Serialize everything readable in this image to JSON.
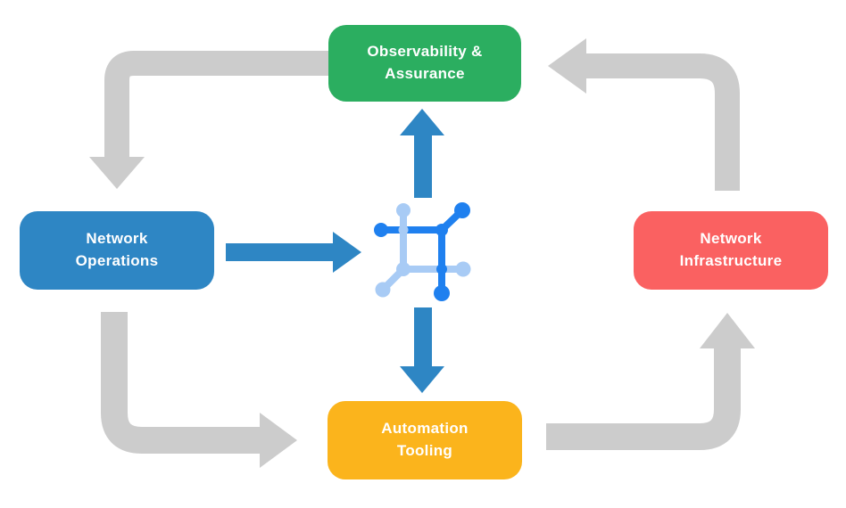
{
  "diagram": {
    "description": "Network automation workflow cycle diagram",
    "nodes": {
      "observability": {
        "label": "Observability &\nAssurance",
        "color": "#2BAE60",
        "text_color": "#FFFFFF"
      },
      "operations": {
        "label": "Network\nOperations",
        "color": "#2E86C4",
        "text_color": "#FFFFFF"
      },
      "infrastructure": {
        "label": "Network\nInfrastructure",
        "color": "#FA6161",
        "text_color": "#FFFFFF"
      },
      "automation": {
        "label": "Automation\nTooling",
        "color": "#FBB41C",
        "text_color": "#FFFFFF"
      }
    },
    "center_icon": {
      "name": "network-automation-icon",
      "color_primary": "#1F80EF",
      "color_secondary": "#A8CBF5"
    },
    "arrows": {
      "gray_color": "#CCCCCC",
      "blue_color": "#2E86C4",
      "gray_cycle": [
        {
          "from": "observability",
          "to": "operations"
        },
        {
          "from": "operations",
          "to": "automation"
        },
        {
          "from": "automation",
          "to": "infrastructure"
        },
        {
          "from": "infrastructure",
          "to": "observability"
        }
      ],
      "blue_links": [
        {
          "from": "operations",
          "to": "center-icon"
        },
        {
          "from": "center-icon",
          "to": "observability"
        },
        {
          "from": "center-icon",
          "to": "automation"
        }
      ]
    }
  }
}
